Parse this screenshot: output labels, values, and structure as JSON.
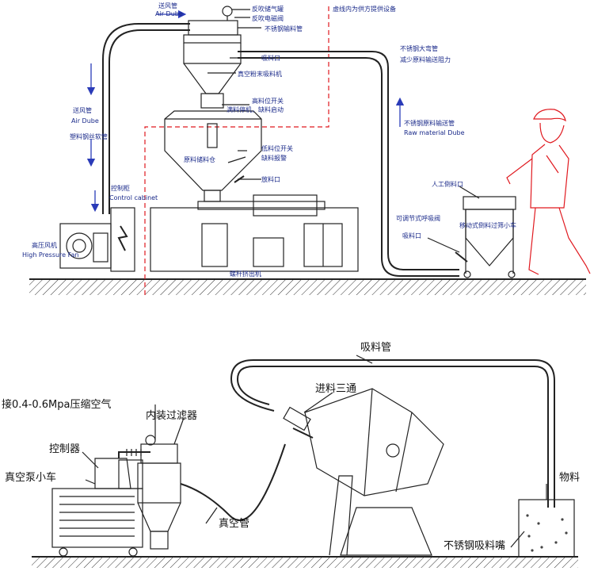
{
  "top": {
    "labels": {
      "air_tube": "送风管",
      "air_tube_en": "Air Dube",
      "backflush_tank": "反吹储气罐",
      "backflush_valve": "反吹电磁阀",
      "dashed_note": "虚线内为供方提供设备",
      "ss_suction_pipe": "不锈钢输料管",
      "suction_port": "吸料口",
      "ss_elbow": "不锈钢大弯管",
      "elbow_note": "减少原料输送阻力",
      "vacuum_loader": "真空粉末吸料机",
      "high_level_switch": "高料位开关",
      "high_level_note": "满料停机，缺料启动",
      "air_tube_left": "送风管",
      "air_tube_left_en": "Air Dube",
      "plastic_hose": "塑料钢丝软管",
      "ss_material_pipe": "不锈钢原料输送管",
      "raw_material_en": "Raw material Dube",
      "low_level_switch": "低料位开关",
      "low_level_note": "缺料报警",
      "raw_hopper": "原料储料仓",
      "discharge_port": "放料口",
      "control_cabinet": "控制柜",
      "control_cabinet_en": "Control cabinet",
      "manual_feed_port": "人工倒料口",
      "adjustable_valve": "可调节式呼吸阀",
      "suction_port2": "吸料口",
      "mobile_cart": "移动式倒料过筛小车",
      "high_pressure_fan": "高压风机",
      "high_pressure_fan_en": "High Pressure Fan",
      "screw_extruder": "螺杆挤出机"
    }
  },
  "bottom": {
    "labels": {
      "suction_pipe": "吸料管",
      "feed_tee": "进料三通",
      "compressed_air": "接0.4-0.6Mpa压缩空气",
      "internal_filter": "内装过滤器",
      "controller": "控制器",
      "vacuum_pump_cart": "真空泵小车",
      "vacuum_tube": "真空管",
      "material": "物料",
      "ss_suction_nozzle": "不锈钢吸料嘴"
    }
  },
  "colors": {
    "label_blue": "#1a2a8a",
    "dashed_red": "#e0191f",
    "arrow_blue": "#2a3bb8"
  }
}
